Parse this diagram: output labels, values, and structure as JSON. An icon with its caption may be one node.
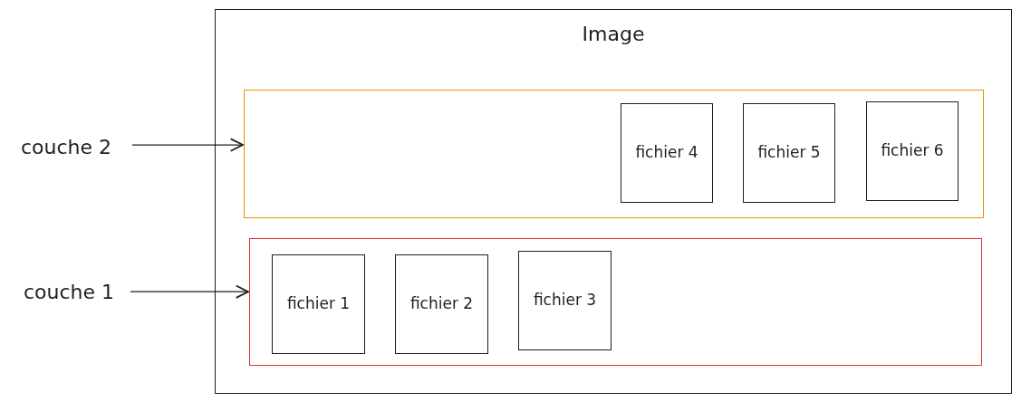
{
  "diagram": {
    "nodes": [
      {
        "text": [
          "Image"
        ]
      },
      {
        "text": [
          "couche 2"
        ]
      },
      {
        "text": [],
        "shape": "box",
        "in": 0
      },
      {
        "text": [
          "fichier 4"
        ],
        "in": 2
      },
      {
        "text": [
          "fichier 5"
        ],
        "in": 2
      },
      {
        "text": [
          "fichier 6"
        ],
        "in": 2
      },
      {
        "text": [
          "couche 1"
        ]
      },
      {
        "text": [],
        "shape": "box",
        "in": 0
      },
      {
        "text": [
          "fichier 1"
        ],
        "in": 7
      },
      {
        "text": [
          "fichier 2"
        ],
        "in": 7
      },
      {
        "text": [
          "fichier 3"
        ],
        "in": 7
      }
    ],
    "edges": [
      {
        "from": 1,
        "to": 2,
        "arrow": "to"
      },
      {
        "from": 6,
        "to": 7,
        "arrow": "to"
      }
    ]
  }
}
